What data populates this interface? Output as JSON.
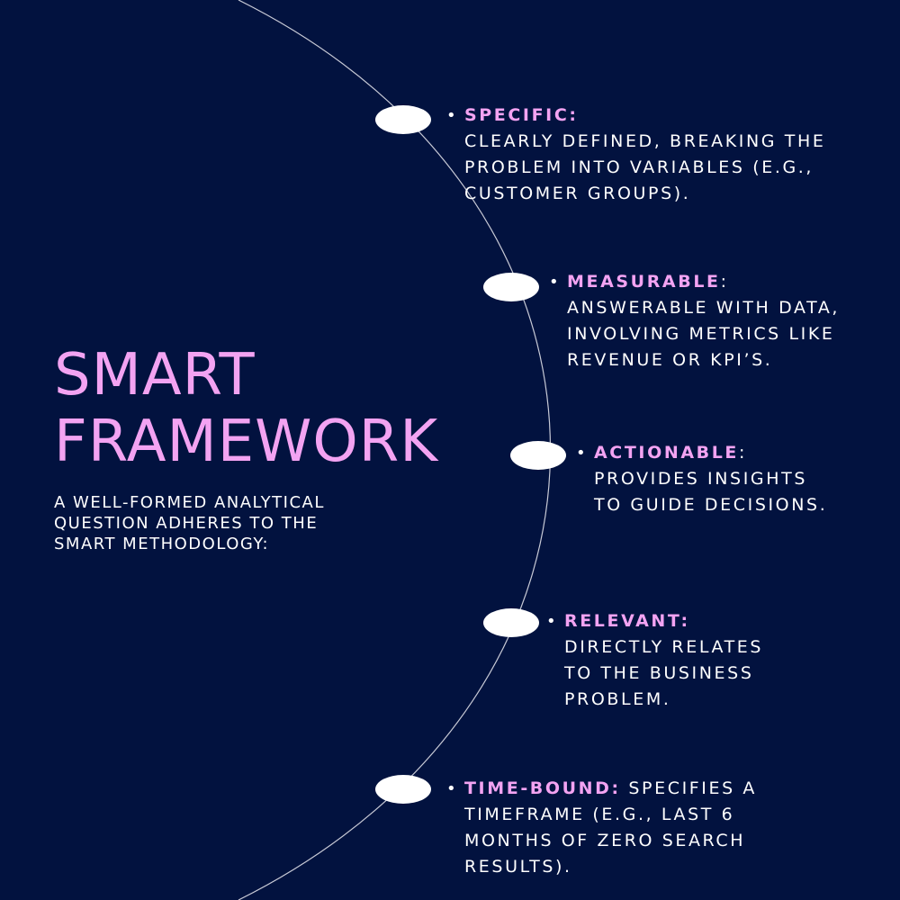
{
  "colors": {
    "background": "#02123f",
    "accent": "#f3a3f2",
    "text": "#ffffff",
    "arc": "#c8cad6"
  },
  "title": {
    "line1": "SMART",
    "line2": "FRAMEWORK"
  },
  "subtitle": {
    "line1": "A WELL-FORMED ANALYTICAL",
    "line2": "QUESTION ADHERES TO THE",
    "line3": "SMART METHODOLOGY:"
  },
  "bullet_glyph": "•",
  "items": [
    {
      "label": "SPECIFIC:",
      "head_rest": "",
      "lines": [
        "CLEARLY DEFINED, BREAKING THE",
        "PROBLEM INTO VARIABLES (E.G.,",
        "CUSTOMER GROUPS)."
      ]
    },
    {
      "label": "MEASURABLE",
      "head_rest": ":",
      "lines": [
        "ANSWERABLE WITH DATA,",
        "INVOLVING METRICS LIKE",
        "REVENUE OR KPI’S."
      ]
    },
    {
      "label": "ACTIONABLE",
      "head_rest": ":",
      "lines": [
        "PROVIDES INSIGHTS",
        "TO GUIDE DECISIONS."
      ]
    },
    {
      "label": "RELEVANT:",
      "head_rest": "",
      "lines": [
        "DIRECTLY RELATES",
        "TO THE BUSINESS",
        "PROBLEM."
      ]
    },
    {
      "label": "TIME-BOUND:",
      "head_rest": " SPECIFIES A",
      "lines": [
        "TIMEFRAME (E.G., LAST 6",
        "MONTHS OF ZERO SEARCH",
        "RESULTS)."
      ]
    }
  ]
}
